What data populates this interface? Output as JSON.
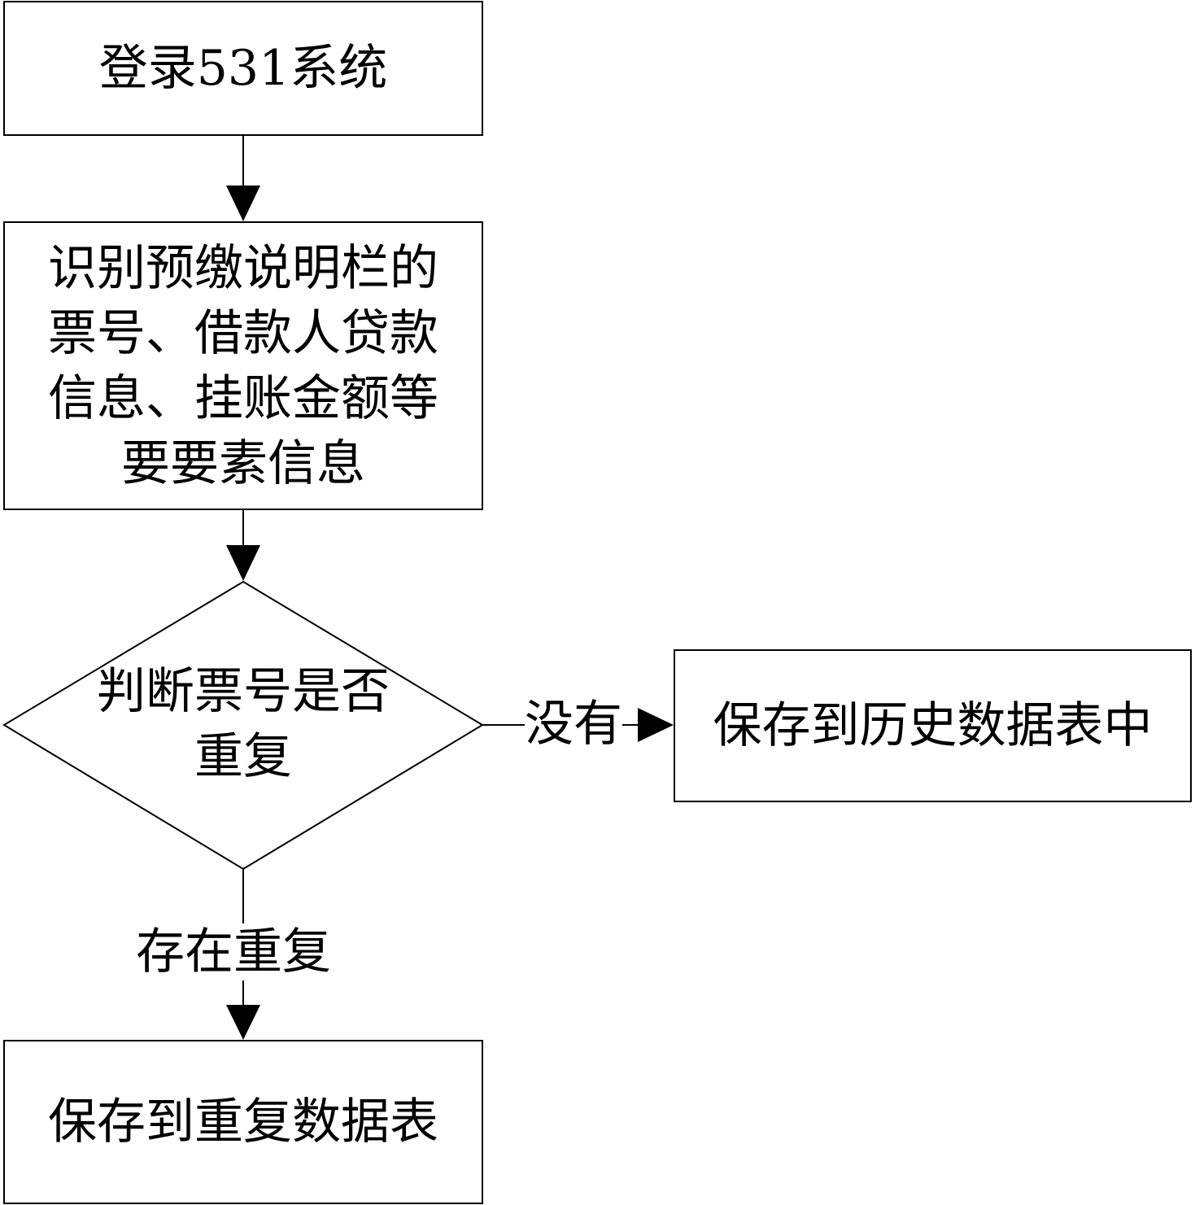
{
  "nodes": {
    "login": {
      "text": "登录531系统"
    },
    "identify": {
      "text": "识别预缴说明栏的\n票号、借款人贷款\n信息、挂账金额等\n要要素信息"
    },
    "decision": {
      "text": "判断票号是否\n重复"
    },
    "save_history": {
      "text": "保存到历史数据表中"
    },
    "save_duplicate": {
      "text": "保存到重复数据表"
    }
  },
  "edges": {
    "no_duplicate": {
      "label": "没有"
    },
    "has_duplicate": {
      "label": "存在重复"
    }
  },
  "colors": {
    "stroke": "#000000",
    "background": "#ffffff"
  }
}
